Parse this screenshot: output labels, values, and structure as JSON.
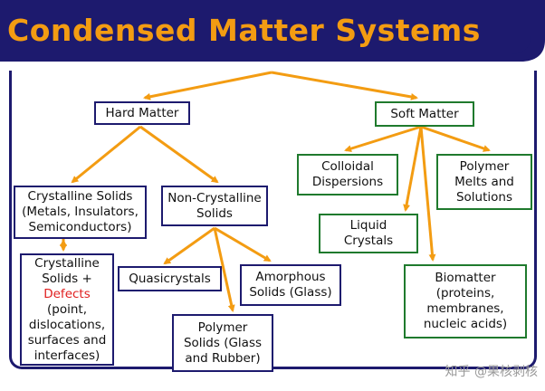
{
  "title": "Condensed Matter Systems",
  "colors": {
    "navy": "#1d1a6e",
    "orange": "#f39c12",
    "green": "#1f7a2d",
    "defects_red": "#e02020"
  },
  "hard": {
    "root": "Hard Matter",
    "crystalline": "Crystalline Solids\n(Metals, Insulators,\nSemiconductors)",
    "noncrystalline": "Non-Crystalline\nSolids",
    "defects_top": "Crystalline\nSolids +",
    "defects_word": "Defects",
    "defects_bottom": "(point,\ndislocations,\nsurfaces and\ninterfaces)",
    "quasicrystals": "Quasicrystals",
    "amorphous": "Amorphous\nSolids (Glass)",
    "polymer_solids": "Polymer\nSolids (Glass\nand Rubber)"
  },
  "soft": {
    "root": "Soft Matter",
    "colloidal": "Colloidal\nDispersions",
    "polymer_melts": "Polymer\nMelts and\nSolutions",
    "liquid_crystals": "Liquid\nCrystals",
    "biomatter": "Biomatter\n(proteins,\nmembranes,\nnucleic acids)"
  },
  "watermark": "知乎 @果核剥核"
}
